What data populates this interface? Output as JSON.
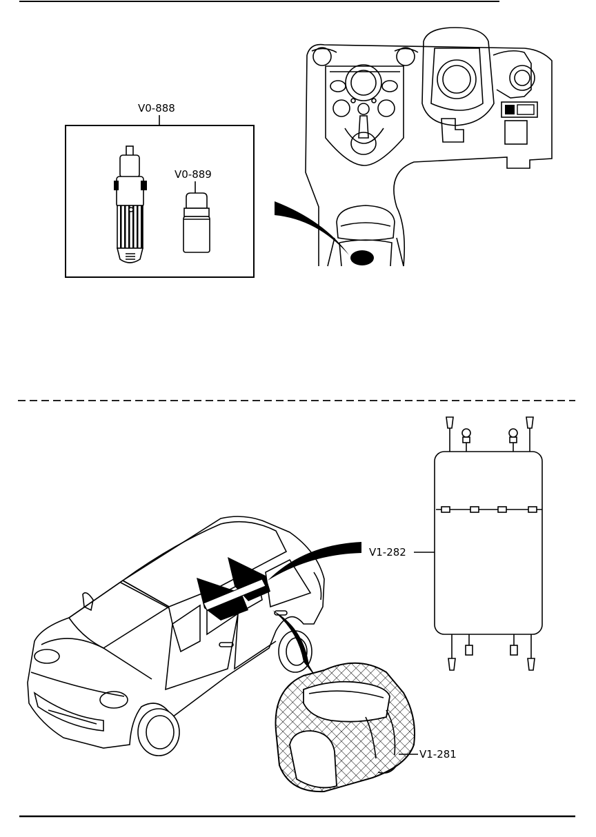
{
  "callouts": {
    "v0_888": "V0-888",
    "v0_889": "V0-889",
    "v1_282": "V1-282",
    "v1_281": "V1-281"
  },
  "colors": {
    "line": "#000000",
    "background": "#ffffff"
  }
}
